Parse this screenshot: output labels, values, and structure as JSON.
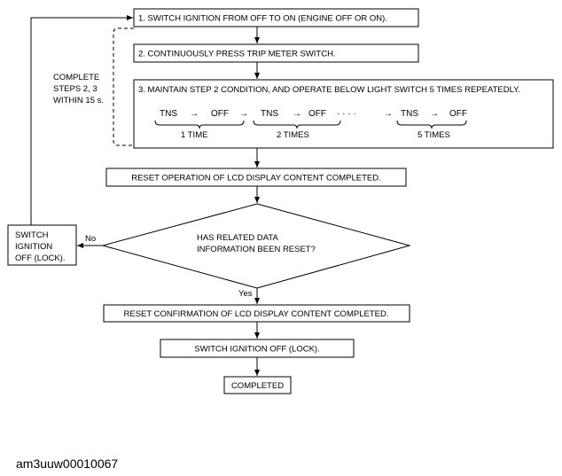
{
  "steps": {
    "s1": "1. SWITCH IGNITION FROM OFF TO ON (ENGINE OFF OR ON).",
    "s2": "2. CONTINUOUSLY PRESS TRIP METER SWITCH.",
    "s3": "3. MAINTAIN STEP 2 CONDITION, AND OPERATE BELOW LIGHT SWITCH 5 TIMES REPEATEDLY.",
    "reset_op": "RESET OPERATION OF LCD DISPLAY CONTENT COMPLETED.",
    "question_line1": "HAS RELATED DATA",
    "question_line2": "INFORMATION BEEN RESET?",
    "reset_confirm": "RESET CONFIRMATION OF LCD DISPLAY CONTENT COMPLETED.",
    "ign_off": "SWITCH IGNITION OFF (LOCK).",
    "completed": "COMPLETED"
  },
  "side_note": {
    "line1": "COMPLETE",
    "line2": "STEPS 2, 3",
    "line3": "WITHIN 15 s."
  },
  "no_box": {
    "line1": "SWITCH",
    "line2": "IGNITION",
    "line3": "OFF (LOCK)."
  },
  "labels": {
    "no": "No",
    "yes": "Yes"
  },
  "sequence": {
    "tns": "TNS",
    "off": "OFF",
    "arrow": "→",
    "dots": "· · · ·",
    "time1": "1 TIME",
    "time2": "2 TIMES",
    "time5": "5 TIMES"
  },
  "caption": "am3uuw00010067"
}
